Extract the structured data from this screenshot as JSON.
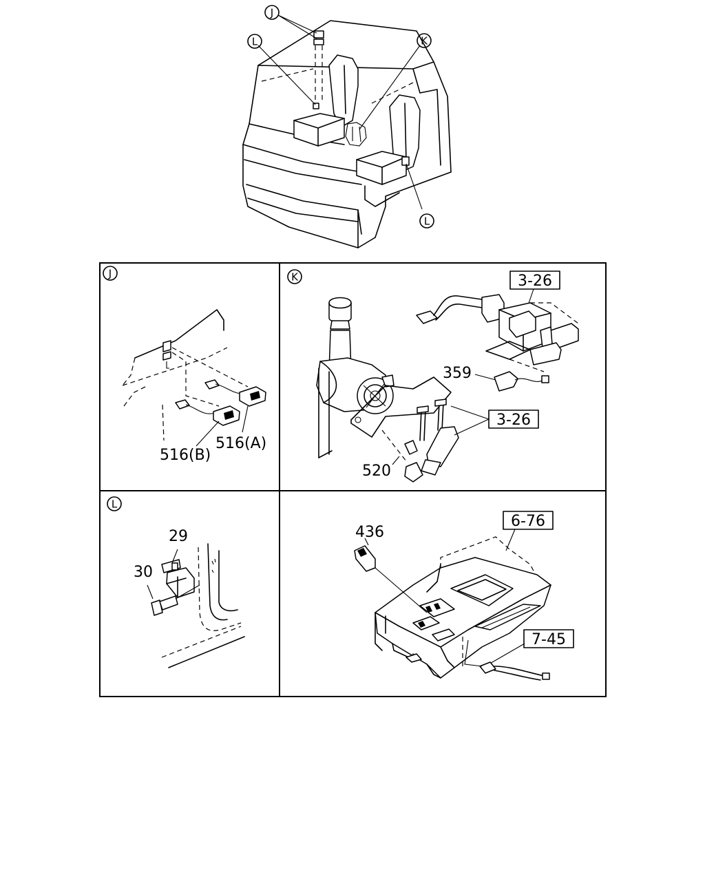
{
  "callouts": {
    "cab_J": "J",
    "cab_L_top": "L",
    "cab_K": "K",
    "cab_L_bottom": "L"
  },
  "panels": {
    "J": {
      "letter": "J",
      "parts": {
        "switch_b": "516(B)",
        "switch_a": "516(A)"
      }
    },
    "K": {
      "letter": "K",
      "parts": {
        "ref_top": "3-26",
        "sensor": "359",
        "ref_mid": "3-26",
        "fitting": "520"
      }
    },
    "L": {
      "letter": "L",
      "parts": {
        "bracket": "29",
        "bolt": "30"
      }
    },
    "console": {
      "parts": {
        "ref_console": "6-76",
        "switch": "436",
        "ref_harness": "7-45"
      }
    }
  }
}
